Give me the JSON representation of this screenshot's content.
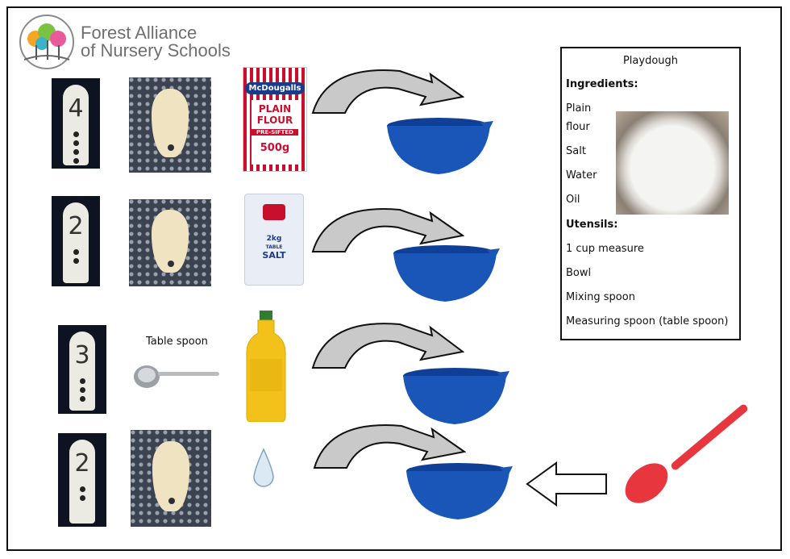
{
  "logo": {
    "line1": "Forest Alliance",
    "line2": "of Nursery Schools"
  },
  "steps": [
    {
      "number": "4",
      "dots": 4
    },
    {
      "number": "2",
      "dots": 2
    },
    {
      "number": "3",
      "dots": 3
    },
    {
      "number": "2",
      "dots": 2
    }
  ],
  "flour": {
    "brand": "McDougalls",
    "line1": "PLAIN",
    "line2": "FLOUR",
    "line3": "PRE-SIFTED",
    "weight": "500g"
  },
  "salt": {
    "weight": "2kg",
    "line1": "TABLE",
    "line2": "SALT"
  },
  "tablespoon_caption": "Table spoon",
  "recipe": {
    "title": "Playdough",
    "ingredients_heading": "Ingredients:",
    "ingredients": [
      "Plain",
      "flour",
      "Salt",
      "Water",
      "Oil"
    ],
    "utensils_heading": "Utensils:",
    "utensils": [
      "1 cup measure",
      "Bowl",
      "Mixing spoon",
      "Measuring spoon (table spoon)"
    ]
  },
  "colors": {
    "bowl": "#1a56b8",
    "arrow_fill": "#c9c9c9",
    "spoon": "#e8363f",
    "logo_text": "#6f6f6f"
  }
}
